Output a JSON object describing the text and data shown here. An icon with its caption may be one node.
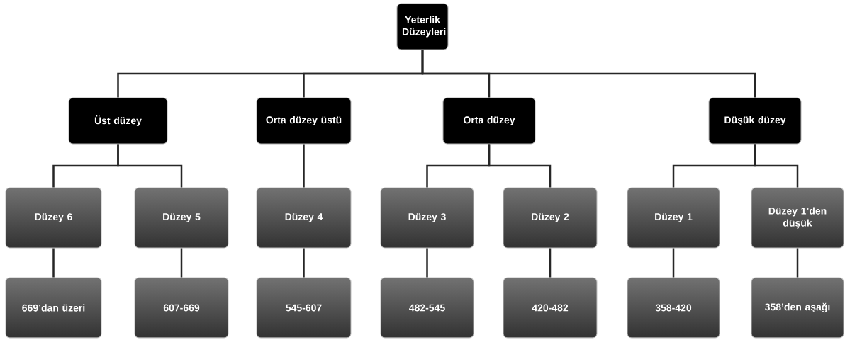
{
  "diagram": {
    "nodes": [
      {
        "text": [
          "Yeterlik Düzeyleri"
        ]
      },
      {
        "text": [
          "Üst düzey"
        ]
      },
      {
        "text": [
          "Orta düzey üstü"
        ]
      },
      {
        "text": [
          "Orta düzey"
        ]
      },
      {
        "text": [
          "Düşük düzey"
        ]
      },
      {
        "text": [
          "Düzey 6"
        ]
      },
      {
        "text": [
          "Düzey 5"
        ]
      },
      {
        "text": [
          "Düzey 4"
        ]
      },
      {
        "text": [
          "Düzey 3"
        ]
      },
      {
        "text": [
          "Düzey 2"
        ]
      },
      {
        "text": [
          "Düzey 1"
        ]
      },
      {
        "text": [
          "Düzey 1’den düşük"
        ]
      },
      {
        "text": [
          "669’dan üzeri"
        ]
      },
      {
        "text": [
          "607-669"
        ]
      },
      {
        "text": [
          "545-607"
        ]
      },
      {
        "text": [
          "482-545"
        ]
      },
      {
        "text": [
          "420-482"
        ]
      },
      {
        "text": [
          "358-420"
        ]
      },
      {
        "text": [
          "358’den aşağı"
        ]
      }
    ],
    "edges": [
      {
        "from": 0,
        "to": 1,
        "arrow": "none"
      },
      {
        "from": 0,
        "to": 2,
        "arrow": "none"
      },
      {
        "from": 0,
        "to": 3,
        "arrow": "none"
      },
      {
        "from": 0,
        "to": 4,
        "arrow": "none"
      },
      {
        "from": 1,
        "to": 5,
        "arrow": "none"
      },
      {
        "from": 1,
        "to": 6,
        "arrow": "none"
      },
      {
        "from": 2,
        "to": 7,
        "arrow": "none"
      },
      {
        "from": 3,
        "to": 8,
        "arrow": "none"
      },
      {
        "from": 3,
        "to": 9,
        "arrow": "none"
      },
      {
        "from": 4,
        "to": 10,
        "arrow": "none"
      },
      {
        "from": 4,
        "to": 11,
        "arrow": "none"
      },
      {
        "from": 5,
        "to": 12,
        "arrow": "none"
      },
      {
        "from": 6,
        "to": 13,
        "arrow": "none"
      },
      {
        "from": 7,
        "to": 14,
        "arrow": "none"
      },
      {
        "from": 8,
        "to": 15,
        "arrow": "none"
      },
      {
        "from": 9,
        "to": 16,
        "arrow": "none"
      },
      {
        "from": 10,
        "to": 17,
        "arrow": "none"
      },
      {
        "from": 11,
        "to": 18,
        "arrow": "none"
      }
    ]
  }
}
